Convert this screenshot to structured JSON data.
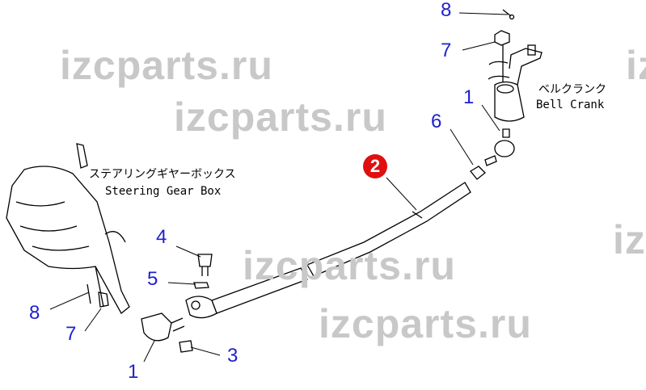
{
  "watermark": "izcparts.ru",
  "labels": {
    "steering_gear_box_jp": "ステアリングギヤーボックス",
    "steering_gear_box_en": "Steering Gear Box",
    "bell_crank_jp": "ベルクランク",
    "bell_crank_en": "Bell Crank"
  },
  "callouts": {
    "top_8": "8",
    "top_7": "7",
    "top_1": "1",
    "top_6": "6",
    "main_2": "2",
    "left_4": "4",
    "left_5": "5",
    "left_8": "8",
    "left_7": "7",
    "bottom_1": "1",
    "bottom_3": "3"
  },
  "colors": {
    "callout": "#1f1fd0",
    "highlight": "#e01010",
    "watermark": "#c8c8c8"
  }
}
